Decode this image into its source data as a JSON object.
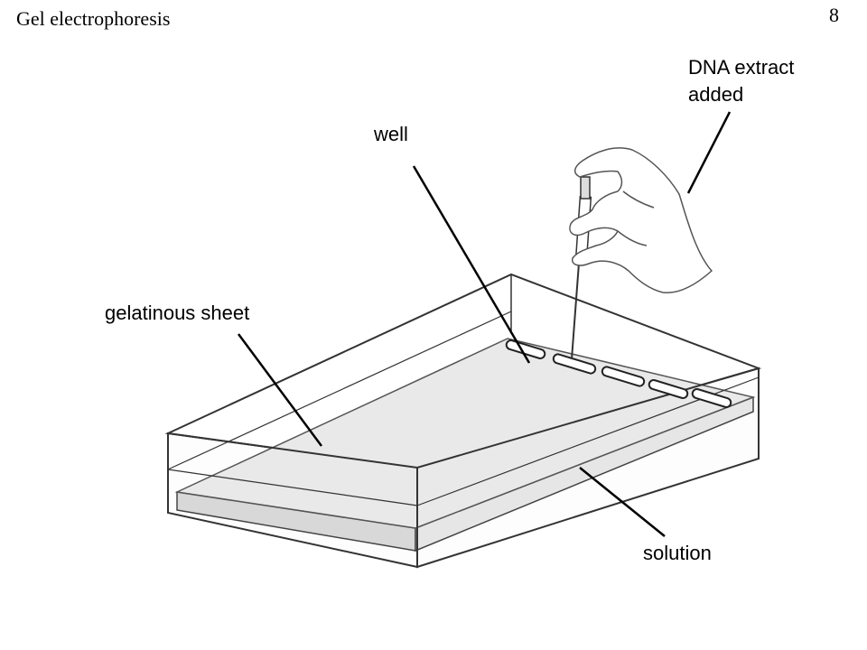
{
  "header": {
    "title": "Gel electrophoresis",
    "page_number": "8"
  },
  "labels": {
    "dna_extract_line1": "DNA extract",
    "dna_extract_line2": "added",
    "well": "well",
    "gelatinous_sheet": "gelatinous sheet",
    "solution": "solution"
  },
  "colors": {
    "gel": "#e9e9e9",
    "ink": "#222222",
    "outline": "#333333"
  }
}
